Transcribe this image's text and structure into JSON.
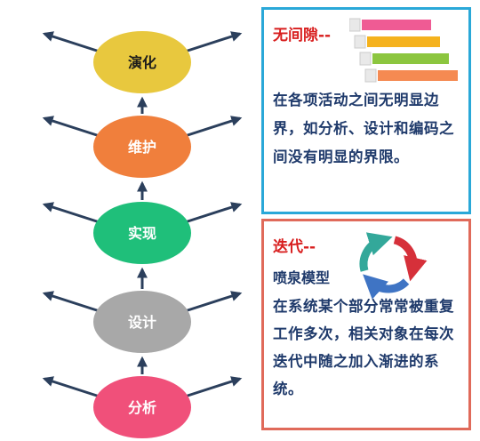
{
  "nodes": [
    {
      "id": "evolution",
      "label": "演化",
      "fill": "#e8c83e",
      "text_color": "#1b1b1b"
    },
    {
      "id": "maintenance",
      "label": "维护",
      "fill": "#f07f3c",
      "text_color": "#ffffff"
    },
    {
      "id": "implementation",
      "label": "实现",
      "fill": "#1fbf7a",
      "text_color": "#ffffff"
    },
    {
      "id": "design",
      "label": "设计",
      "fill": "#a8a8a8",
      "text_color": "#ffffff"
    },
    {
      "id": "analysis",
      "label": "分析",
      "fill": "#f0507a",
      "text_color": "#ffffff"
    }
  ],
  "arrow_color": "#2b3f5c",
  "seamless": {
    "title": "无间隙--",
    "text": "在各项活动之间无明显边界，如分析、设计和编码之间没有明显的界限。",
    "border_color": "#2aa8d8",
    "step_colors": [
      "#ef5b94",
      "#f5b21d",
      "#8cc63f",
      "#f58a52"
    ]
  },
  "iteration": {
    "title": "迭代--",
    "subtitle": "喷泉模型",
    "text": "在系统某个部分常常被重复工作多次，相关对象在每次迭代中随之加入渐进的系统。",
    "border_color": "#e06a5a",
    "cycle_colors": [
      "#d6303a",
      "#3f74c4",
      "#33a89a"
    ]
  }
}
